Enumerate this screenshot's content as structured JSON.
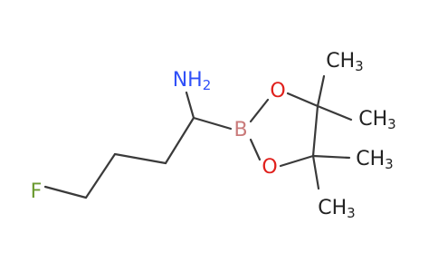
{
  "molecule": {
    "atoms": {
      "fluorine": {
        "text": "F",
        "color": "#6b9a30"
      },
      "amine": {
        "text": "NH",
        "sub": "2",
        "color": "#3050f8"
      },
      "boron": {
        "text": "B",
        "color": "#c97a7a"
      },
      "oxygen_top": {
        "text": "O",
        "color": "#e0201c"
      },
      "oxygen_bottom": {
        "text": "O",
        "color": "#e0201c"
      },
      "methyl_1": {
        "text": "CH",
        "sub": "3",
        "color": "#222222"
      },
      "methyl_2": {
        "text": "CH",
        "sub": "3",
        "color": "#222222"
      },
      "methyl_3": {
        "text": "CH",
        "sub": "3",
        "color": "#222222"
      },
      "methyl_4": {
        "text": "CH",
        "sub": "3",
        "color": "#222222"
      }
    },
    "bond_color": "#3a3a3a"
  }
}
